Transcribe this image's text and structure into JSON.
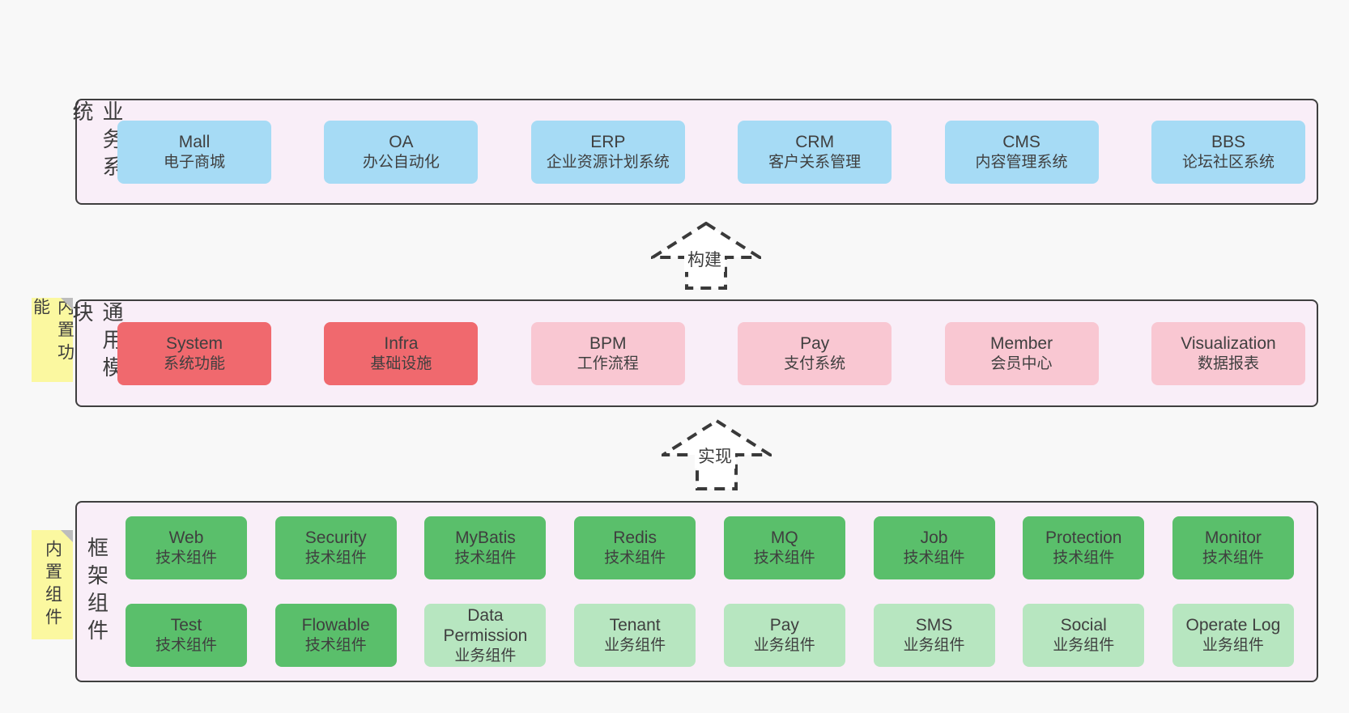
{
  "colors": {
    "page-bg": "#f8f8f8",
    "band-bg": "#f9eef8",
    "band-border": "#3f3f3f",
    "blue": "#a6dbf5",
    "red": "#f0696e",
    "pink": "#f9c7d2",
    "green": "#5abf6b",
    "greenlight": "#b7e6c0",
    "yellow": "#fbf8a0",
    "fold": "#bdbdbd",
    "text": "#3d3d3d",
    "arrow": "#3a3a3a"
  },
  "arrows": [
    {
      "label": "构建"
    },
    {
      "label": "实现"
    }
  ],
  "bands": [
    {
      "id": "business",
      "label": "业务系统",
      "note": null,
      "rows": [
        [
          {
            "title": "Mall",
            "subtitle": "电子商城",
            "variant": "blue"
          },
          {
            "title": "OA",
            "subtitle": "办公自动化",
            "variant": "blue"
          },
          {
            "title": "ERP",
            "subtitle": "企业资源计划系统",
            "variant": "blue"
          },
          {
            "title": "CRM",
            "subtitle": "客户关系管理",
            "variant": "blue"
          },
          {
            "title": "CMS",
            "subtitle": "内容管理系统",
            "variant": "blue"
          },
          {
            "title": "BBS",
            "subtitle": "论坛社区系统",
            "variant": "blue"
          }
        ]
      ]
    },
    {
      "id": "modules",
      "label": "通用模块",
      "note": "内置功能",
      "rows": [
        [
          {
            "title": "System",
            "subtitle": "系统功能",
            "variant": "red"
          },
          {
            "title": "Infra",
            "subtitle": "基础设施",
            "variant": "red"
          },
          {
            "title": "BPM",
            "subtitle": "工作流程",
            "variant": "pink"
          },
          {
            "title": "Pay",
            "subtitle": "支付系统",
            "variant": "pink"
          },
          {
            "title": "Member",
            "subtitle": "会员中心",
            "variant": "pink"
          },
          {
            "title": "Visualization",
            "subtitle": "数据报表",
            "variant": "pink"
          }
        ]
      ]
    },
    {
      "id": "components",
      "label": "框架组件",
      "note": "内置组件",
      "rows": [
        [
          {
            "title": "Web",
            "subtitle": "技术组件",
            "variant": "green"
          },
          {
            "title": "Security",
            "subtitle": "技术组件",
            "variant": "green"
          },
          {
            "title": "MyBatis",
            "subtitle": "技术组件",
            "variant": "green"
          },
          {
            "title": "Redis",
            "subtitle": "技术组件",
            "variant": "green"
          },
          {
            "title": "MQ",
            "subtitle": "技术组件",
            "variant": "green"
          },
          {
            "title": "Job",
            "subtitle": "技术组件",
            "variant": "green"
          },
          {
            "title": "Protection",
            "subtitle": "技术组件",
            "variant": "green"
          },
          {
            "title": "Monitor",
            "subtitle": "技术组件",
            "variant": "green"
          }
        ],
        [
          {
            "title": "Test",
            "subtitle": "技术组件",
            "variant": "green"
          },
          {
            "title": "Flowable",
            "subtitle": "技术组件",
            "variant": "green"
          },
          {
            "title": "Data Permission",
            "subtitle": "业务组件",
            "variant": "greenlight"
          },
          {
            "title": "Tenant",
            "subtitle": "业务组件",
            "variant": "greenlight"
          },
          {
            "title": "Pay",
            "subtitle": "业务组件",
            "variant": "greenlight"
          },
          {
            "title": "SMS",
            "subtitle": "业务组件",
            "variant": "greenlight"
          },
          {
            "title": "Social",
            "subtitle": "业务组件",
            "variant": "greenlight"
          },
          {
            "title": "Operate Log",
            "subtitle": "业务组件",
            "variant": "greenlight"
          }
        ]
      ]
    }
  ]
}
